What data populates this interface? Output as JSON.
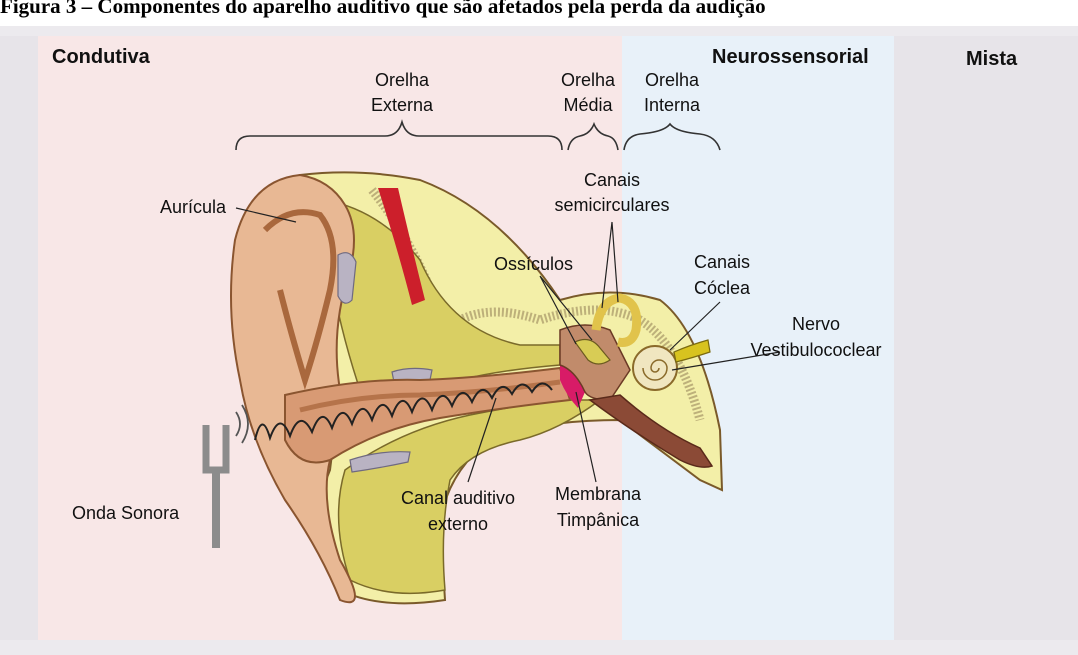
{
  "caption": "Figura 3 – Componentes do aparelho auditivo que são afetados pela perda da audição",
  "categories": {
    "conductive": "Condutiva",
    "sensorineural": "Neurossensorial",
    "mixed": "Mista"
  },
  "regions": {
    "outer_1": "Orelha",
    "outer_2": "Externa",
    "middle_1": "Orelha",
    "middle_2": "Média",
    "inner_1": "Orelha",
    "inner_2": "Interna"
  },
  "labels": {
    "auricle": "Aurícula",
    "semicircular_1": "Canais",
    "semicircular_2": "semicirculares",
    "ossicles": "Ossículos",
    "canals_cochlea_1": "Canais",
    "canals_cochlea_2": "Cóclea",
    "nerve_1": "Nervo",
    "nerve_2": "Vestibulococlear",
    "sound_wave": "Onda Sonora",
    "ear_canal_1": "Canal auditivo",
    "ear_canal_2": "externo",
    "tympanic_1": "Membrana",
    "tympanic_2": "Timpânica"
  },
  "colors": {
    "conductive_bg": "#f8e7e7",
    "sensorineural_bg": "#e8f1f9",
    "mixed_bg": "#e7e4e9",
    "skin": "#e8b894",
    "skin_dark": "#b5734a",
    "tissue_yellow": "#d9cf63",
    "bone_cream": "#f3efa8",
    "artery_red": "#cc1f2b",
    "cartilage_gray": "#b9b3c3"
  }
}
